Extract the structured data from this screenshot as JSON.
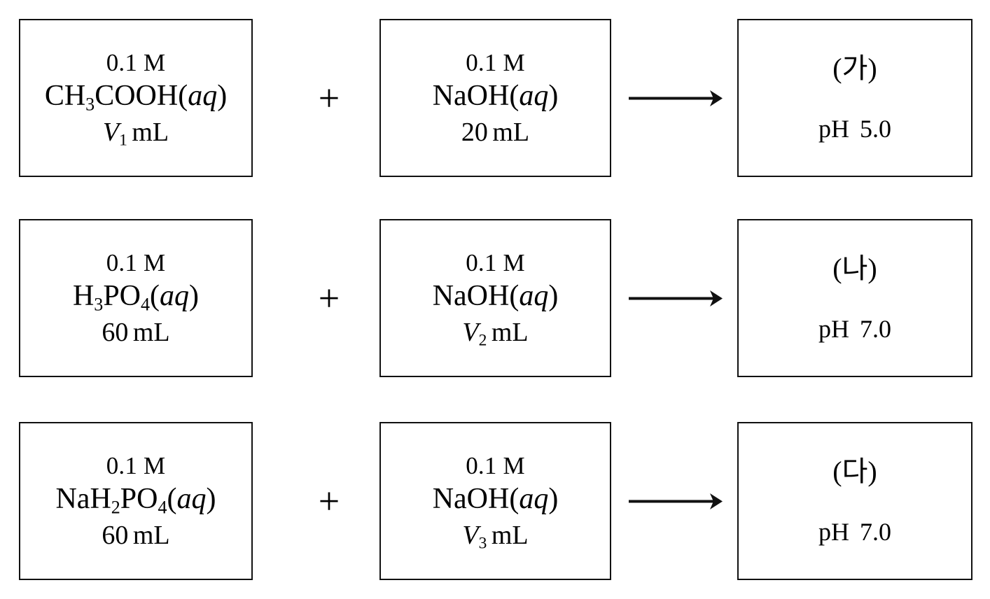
{
  "diagram": {
    "type": "acid-base-titration-mixing-flow",
    "colors": {
      "background": "#ffffff",
      "stroke": "#111111",
      "text": "#000000"
    },
    "operator_plus": "+",
    "arrow_icon": "right-arrow-icon",
    "rows": [
      {
        "id": "row-1",
        "reactant_a": {
          "concentration": "0.1 M",
          "formula_prefix": "CH",
          "formula_sub1": "3",
          "formula_mid": "COOH(",
          "formula_state": "aq",
          "formula_suffix": ")",
          "formula_plain": "CH3COOH(aq)",
          "volume_value": "V",
          "volume_sub": "1",
          "volume_unit": "mL",
          "volume_plain": "V1 mL"
        },
        "operator": "+",
        "reactant_b": {
          "concentration": "0.1 M",
          "formula_prefix": "NaOH(",
          "formula_state": "aq",
          "formula_suffix": ")",
          "formula_plain": "NaOH(aq)",
          "volume_value": "20",
          "volume_unit": "mL",
          "volume_plain": "20 mL"
        },
        "product": {
          "label": "(가)",
          "ph_name": "pH",
          "ph_value": "5.0",
          "ph_plain": "pH 5.0"
        }
      },
      {
        "id": "row-2",
        "reactant_a": {
          "concentration": "0.1 M",
          "formula_prefix": "H",
          "formula_sub1": "3",
          "formula_mid": "PO",
          "formula_sub2": "4",
          "formula_open": "(",
          "formula_state": "aq",
          "formula_suffix": ")",
          "formula_plain": "H3PO4(aq)",
          "volume_value": "60",
          "volume_unit": "mL",
          "volume_plain": "60 mL"
        },
        "operator": "+",
        "reactant_b": {
          "concentration": "0.1 M",
          "formula_prefix": "NaOH(",
          "formula_state": "aq",
          "formula_suffix": ")",
          "formula_plain": "NaOH(aq)",
          "volume_value": "V",
          "volume_sub": "2",
          "volume_unit": "mL",
          "volume_plain": "V2 mL"
        },
        "product": {
          "label": "(나)",
          "ph_name": "pH",
          "ph_value": "7.0",
          "ph_plain": "pH 7.0"
        }
      },
      {
        "id": "row-3",
        "reactant_a": {
          "concentration": "0.1 M",
          "formula_prefix": "NaH",
          "formula_sub1": "2",
          "formula_mid": "PO",
          "formula_sub2": "4",
          "formula_open": "(",
          "formula_state": "aq",
          "formula_suffix": ")",
          "formula_plain": "NaH2PO4(aq)",
          "volume_value": "60",
          "volume_unit": "mL",
          "volume_plain": "60 mL"
        },
        "operator": "+",
        "reactant_b": {
          "concentration": "0.1 M",
          "formula_prefix": "NaOH(",
          "formula_state": "aq",
          "formula_suffix": ")",
          "formula_plain": "NaOH(aq)",
          "volume_value": "V",
          "volume_sub": "3",
          "volume_unit": "mL",
          "volume_plain": "V3 mL"
        },
        "product": {
          "label": "(다)",
          "ph_name": "pH",
          "ph_value": "7.0",
          "ph_plain": "pH 7.0"
        }
      }
    ]
  }
}
